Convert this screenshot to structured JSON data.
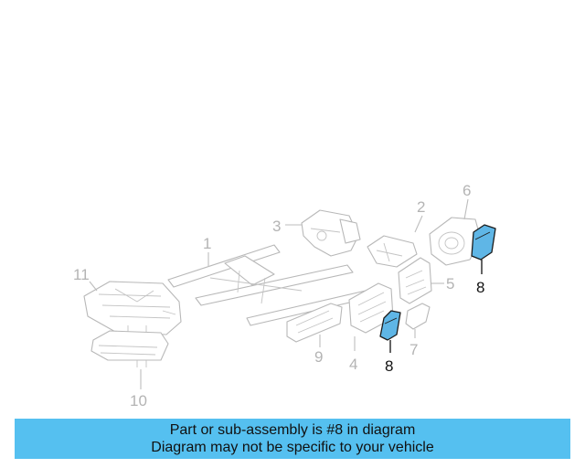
{
  "diagram": {
    "callouts": [
      {
        "id": "1",
        "label": "1",
        "highlight": false
      },
      {
        "id": "2",
        "label": "2",
        "highlight": false
      },
      {
        "id": "3",
        "label": "3",
        "highlight": false
      },
      {
        "id": "4",
        "label": "4",
        "highlight": false
      },
      {
        "id": "5",
        "label": "5",
        "highlight": false
      },
      {
        "id": "6",
        "label": "6",
        "highlight": false
      },
      {
        "id": "7",
        "label": "7",
        "highlight": false
      },
      {
        "id": "8a",
        "label": "8",
        "highlight": true
      },
      {
        "id": "8b",
        "label": "8",
        "highlight": true
      },
      {
        "id": "9",
        "label": "9",
        "highlight": false
      },
      {
        "id": "10",
        "label": "10",
        "highlight": false
      },
      {
        "id": "11",
        "label": "11",
        "highlight": false
      }
    ],
    "highlight_color": "#5fb6e6"
  },
  "banner": {
    "line1": "Part or sub-assembly is #8 in diagram",
    "line2": "Diagram may not be specific to your vehicle",
    "color": "#55c0f0"
  }
}
